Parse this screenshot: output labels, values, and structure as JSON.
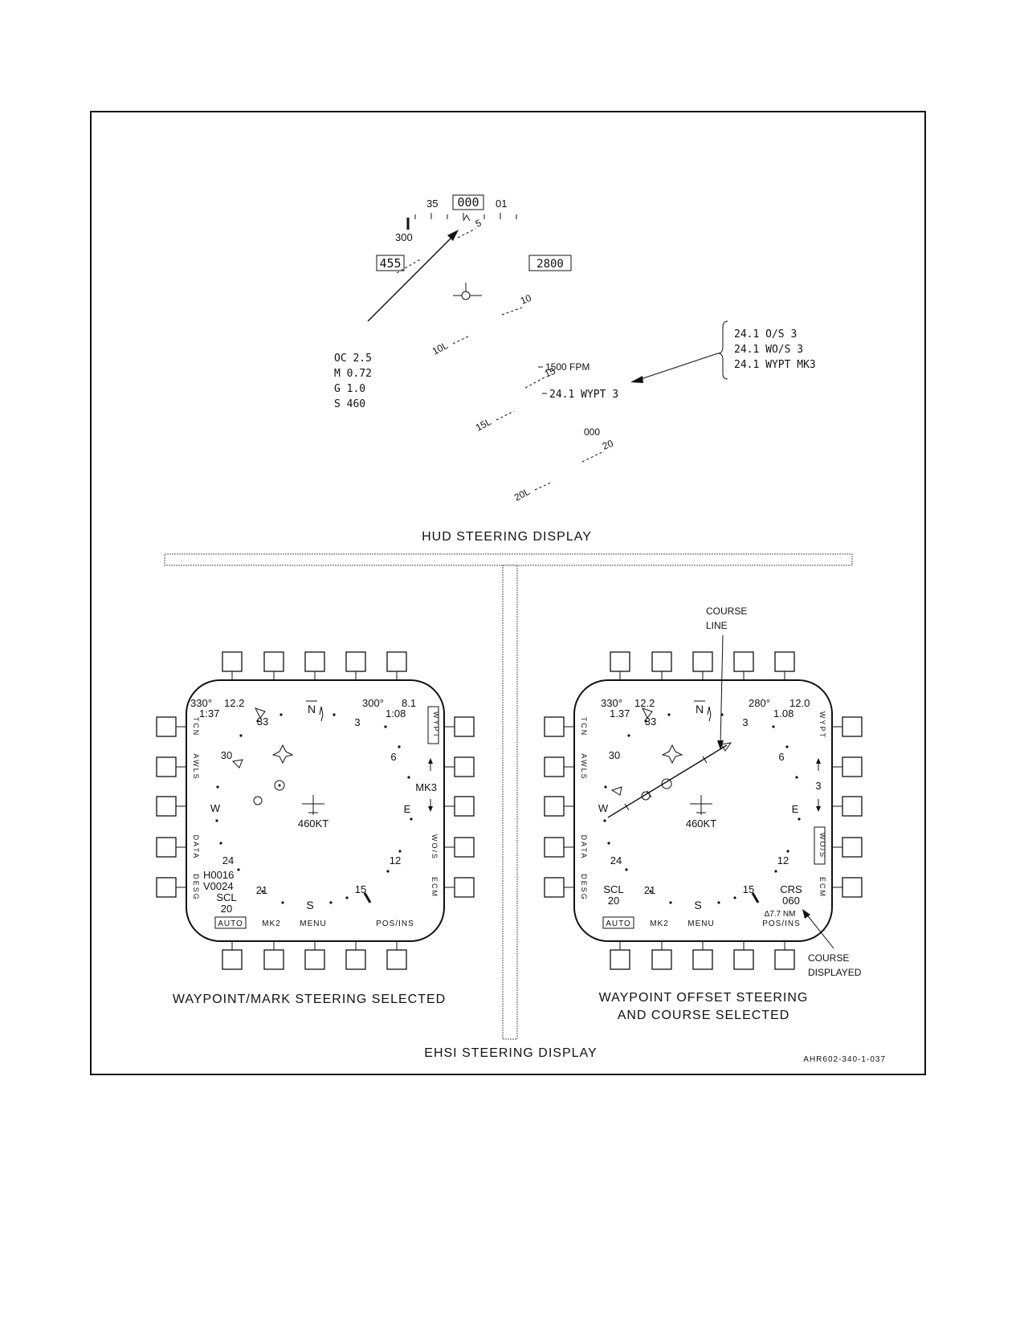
{
  "hud": {
    "heading_scale": {
      "left": "35",
      "center": "000",
      "right": "01",
      "course": "300"
    },
    "airspeed_box": "455",
    "altitude_box": "2800",
    "ladder": [
      "5",
      "10",
      "10L",
      "15",
      "15L",
      "20",
      "20L"
    ],
    "left_readouts": [
      "OC 2.5",
      "M 0.72",
      "G 1.0",
      "S 460"
    ],
    "vvi": "1500 FPM",
    "steering_line": "24.1 WYPT 3",
    "heading_digits": "000",
    "callout_options": [
      "24.1 O/S 3",
      "24.1 WO/S 3",
      "24.1 WYPT MK3"
    ],
    "caption": "HUD STEERING DISPLAY"
  },
  "ehsi_left": {
    "top_left": [
      "330°",
      "12.2",
      "1:37"
    ],
    "top_right": [
      "300°",
      "8.1",
      "1:08"
    ],
    "compass": [
      "N",
      "3",
      "6",
      "E",
      "12",
      "15",
      "S",
      "21",
      "24",
      "W",
      "30",
      "33"
    ],
    "side_left": [
      "TCN",
      "AWLS",
      "DATA",
      "DESG"
    ],
    "side_right": [
      "WYPT",
      "MK3",
      "WO/S",
      "ECM"
    ],
    "bottom": [
      "AUTO",
      "MK2",
      "MENU",
      "POS/INS"
    ],
    "speed": "460KT",
    "lower_left": [
      "H0016",
      "V0024",
      "SCL",
      "20"
    ],
    "caption": "WAYPOINT/MARK STEERING SELECTED"
  },
  "ehsi_right": {
    "top_left": [
      "330°",
      "12.2",
      "1.37"
    ],
    "top_right": [
      "280°",
      "12.0",
      "1.08"
    ],
    "compass": [
      "N",
      "3",
      "6",
      "E",
      "12",
      "15",
      "S",
      "21",
      "24",
      "W",
      "30",
      "33"
    ],
    "side_left": [
      "TCN",
      "AWLS",
      "DATA",
      "DESG"
    ],
    "side_right": [
      "WYPT",
      "3",
      "WO/S",
      "ECM"
    ],
    "bottom": [
      "AUTO",
      "MK2",
      "MENU",
      "POS/INS"
    ],
    "speed": "460KT",
    "lower_left": [
      "SCL",
      "20"
    ],
    "crs": [
      "CRS",
      "060",
      "Δ7.7 NM"
    ],
    "callout_top": [
      "COURSE",
      "LINE"
    ],
    "callout_bottom": [
      "COURSE",
      "DISPLAYED"
    ],
    "caption": [
      "WAYPOINT OFFSET STEERING",
      "AND COURSE SELECTED"
    ]
  },
  "section_caption": "EHSI STEERING DISPLAY",
  "figure_id": "AHR602-340-1-037"
}
